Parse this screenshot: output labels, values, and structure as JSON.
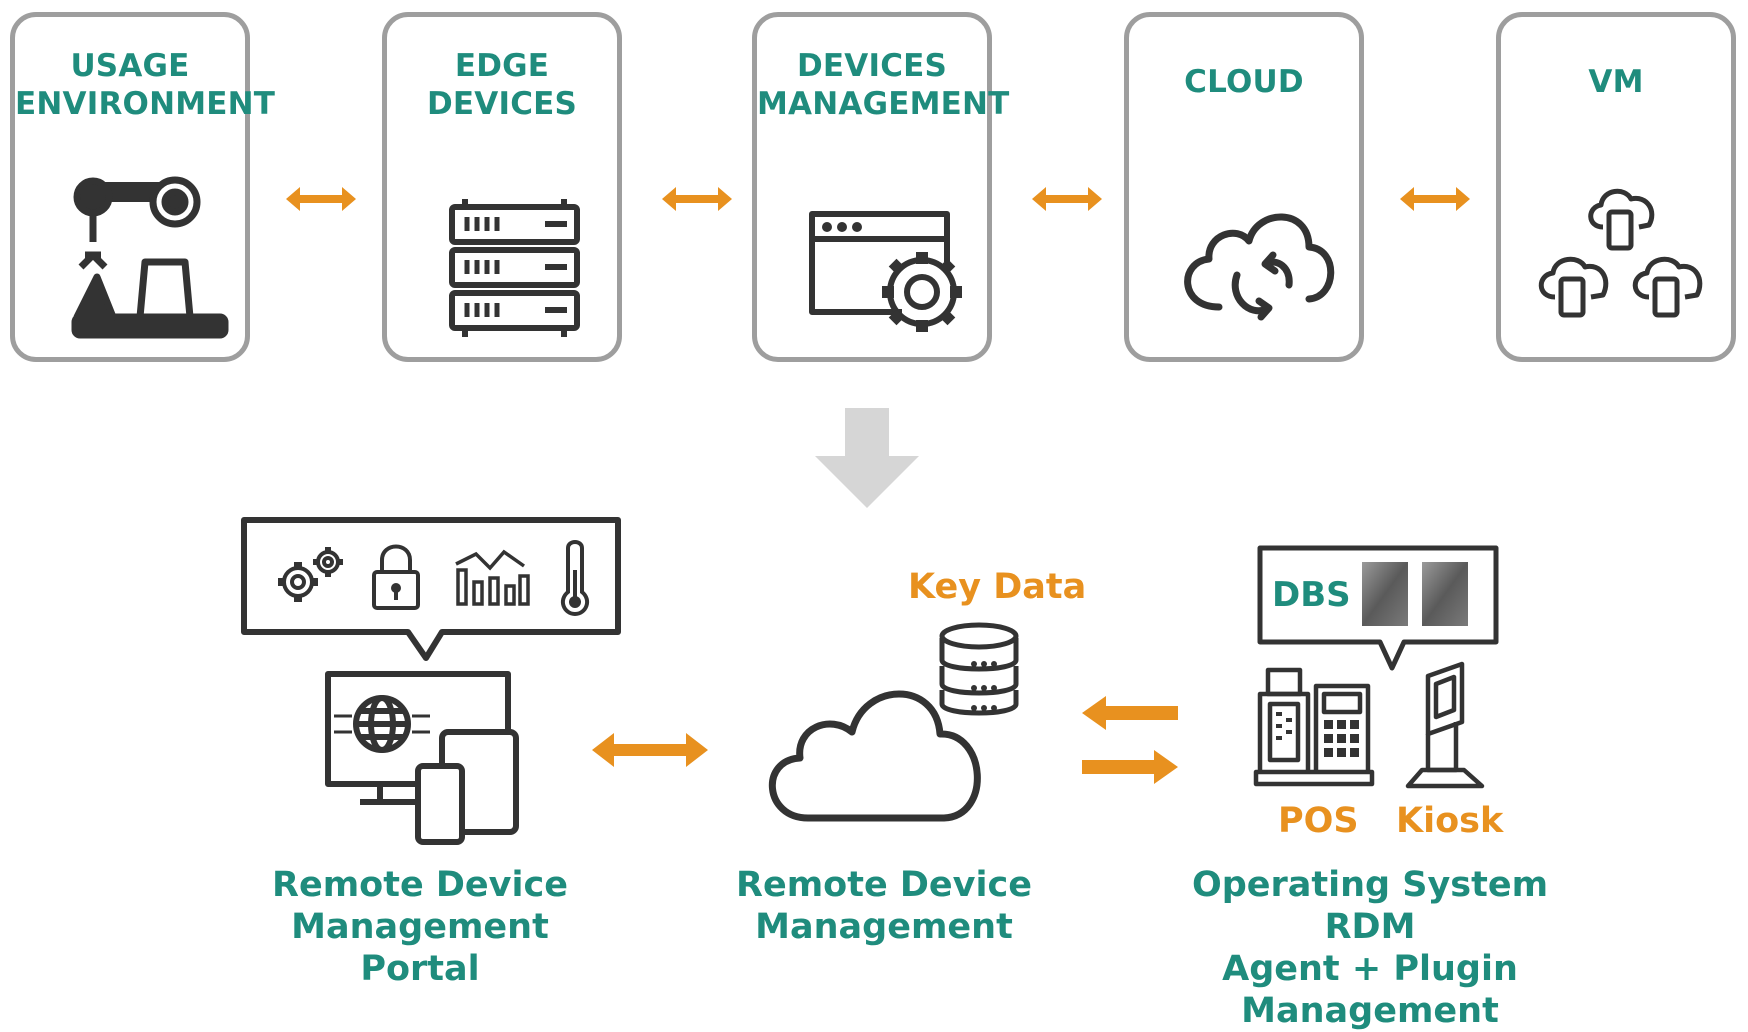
{
  "top_row": {
    "stages": [
      {
        "title": "USAGE\nENVIRONMENT",
        "icon": "robot-arm-icon"
      },
      {
        "title": "EDGE\nDEVICES",
        "icon": "server-rack-icon"
      },
      {
        "title": "DEVICES\nMANAGEMENT",
        "icon": "browser-gear-icon"
      },
      {
        "title": "CLOUD",
        "icon": "cloud-sync-icon"
      },
      {
        "title": "VM",
        "icon": "cloud-devices-icon"
      }
    ]
  },
  "bottom": {
    "portal": {
      "label": "Remote Device\nManagement Portal",
      "bubble_icons": [
        "gears-icon",
        "padlock-icon",
        "bar-chart-icon",
        "thermometer-icon"
      ],
      "device_icon": "multi-device-globe-icon"
    },
    "rdm": {
      "label": "Remote Device\nManagement",
      "key_data": "Key Data",
      "icons": [
        "cloud-icon",
        "database-icon"
      ]
    },
    "os": {
      "label": "Operating System\nRDM\nAgent + Plugin Management",
      "bubble_label": "DBS",
      "pos": "POS",
      "kiosk": "Kiosk",
      "icons": [
        "pos-terminal-icon",
        "kiosk-icon"
      ]
    }
  },
  "colors": {
    "teal": "#1f8c7d",
    "orange": "#e8911f",
    "border": "#9e9e9e",
    "icon": "#333333",
    "down_arrow": "#d6d6d6"
  }
}
